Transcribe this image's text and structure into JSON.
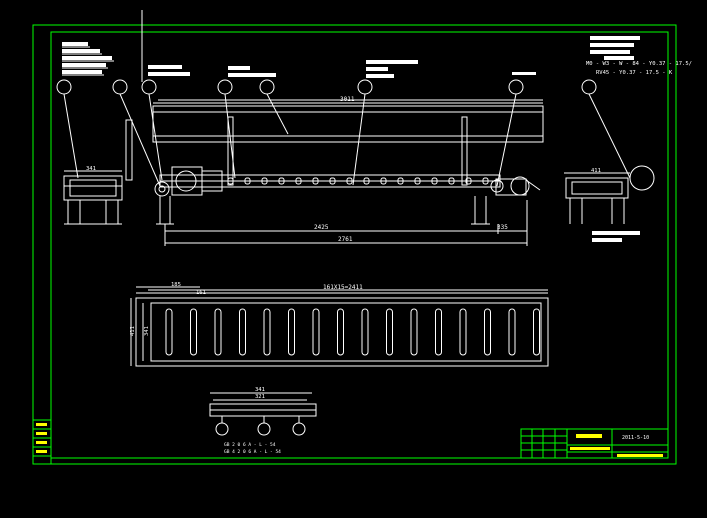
{
  "drawing": {
    "colors": {
      "background": "#000000",
      "border": "#00ff00",
      "geometry": "#ffffff",
      "text_magenta": "#ff00ff",
      "text_yellow": "#ffff00",
      "text_green": "#00ff00"
    },
    "dimensions": {
      "total_length": "3011",
      "lower_span": "2425",
      "lower_total": "2761",
      "lower_right": "335",
      "side_width_left": "341",
      "side_width_right": "411",
      "plan_top_left": "185",
      "plan_pitch": "161",
      "plan_spacing": "161X15=2411",
      "plan_width": "411",
      "plan_width_inner": "341",
      "detail_outer": "341",
      "detail_inner": "321"
    },
    "notes": {
      "right_bottom_1": "2 KW 3 kW 4 - 1 WN 6.5 3",
      "right_bottom_2": "AB 1 12 0 3 4 - 12",
      "right_top_1": "M0 - W3 - W - 84 - Y0.37 - 17.5/",
      "right_top_2": "RV45 - Y0.37 - 17.5 - K",
      "detail_note_1": "GB 2 0 6 A - L - 54",
      "detail_note_2": "GB 4 2 0 6 A - L - 54"
    },
    "title_block": {
      "date": "2011-5-10"
    }
  }
}
